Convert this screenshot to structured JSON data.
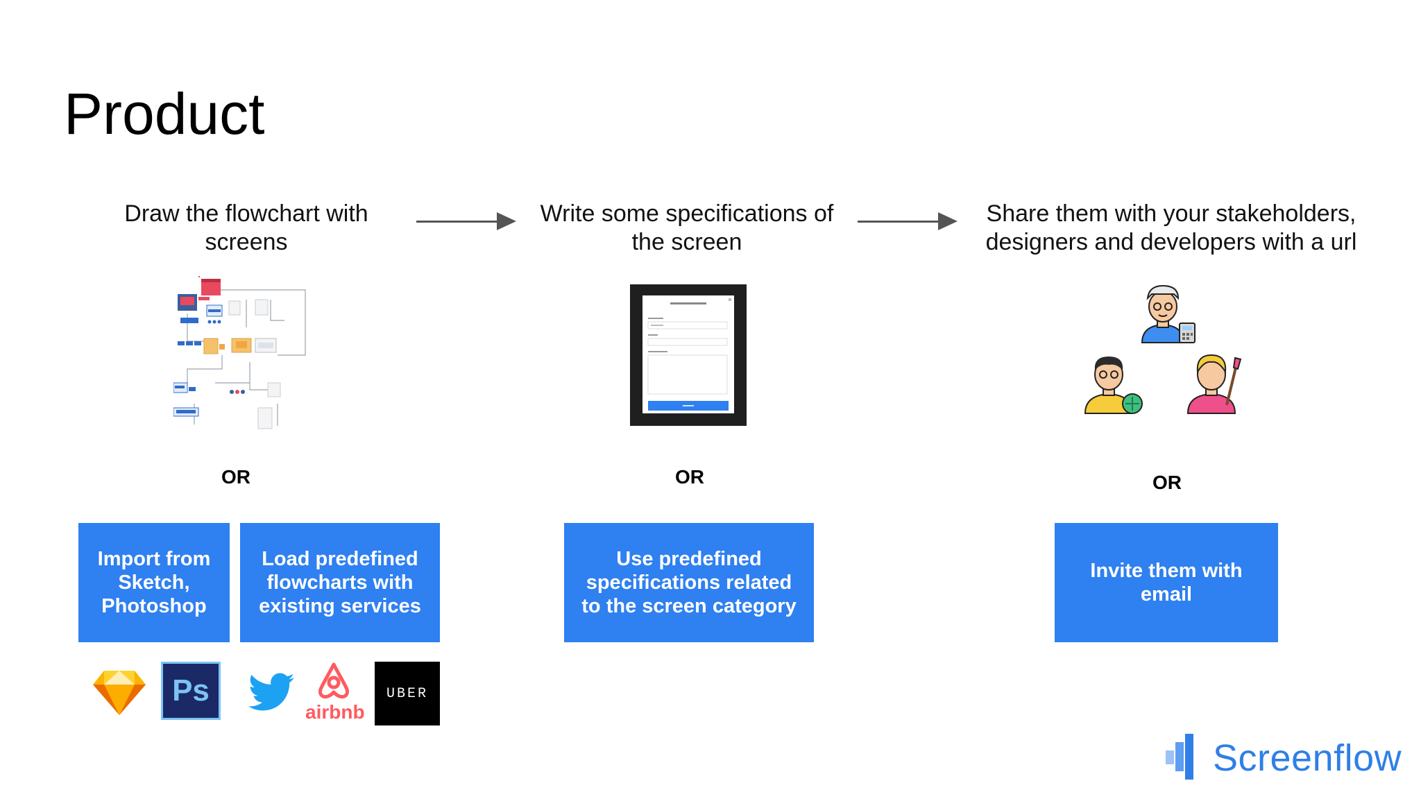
{
  "slide": {
    "title": "Product",
    "steps": [
      {
        "text": "Draw the flowchart with screens",
        "or": "OR"
      },
      {
        "text": "Write some specifications of the screen",
        "or": "OR"
      },
      {
        "text": "Share them with your stakeholders, designers and developers with a url",
        "or": "OR"
      }
    ],
    "boxes": [
      "Import from Sketch, Photoshop",
      "Load predefined flowcharts with existing services",
      "Use predefined specifications related to the screen category",
      "Invite them with email"
    ],
    "logos": {
      "sketch": "sketch-icon",
      "photoshop": "Ps",
      "twitter": "twitter-icon",
      "airbnb": "airbnb",
      "uber": "UBER"
    },
    "brand": "Screenflow",
    "colors": {
      "accent": "#2f80f0",
      "brand": "#2f7fe6",
      "arrow": "#555555"
    }
  }
}
